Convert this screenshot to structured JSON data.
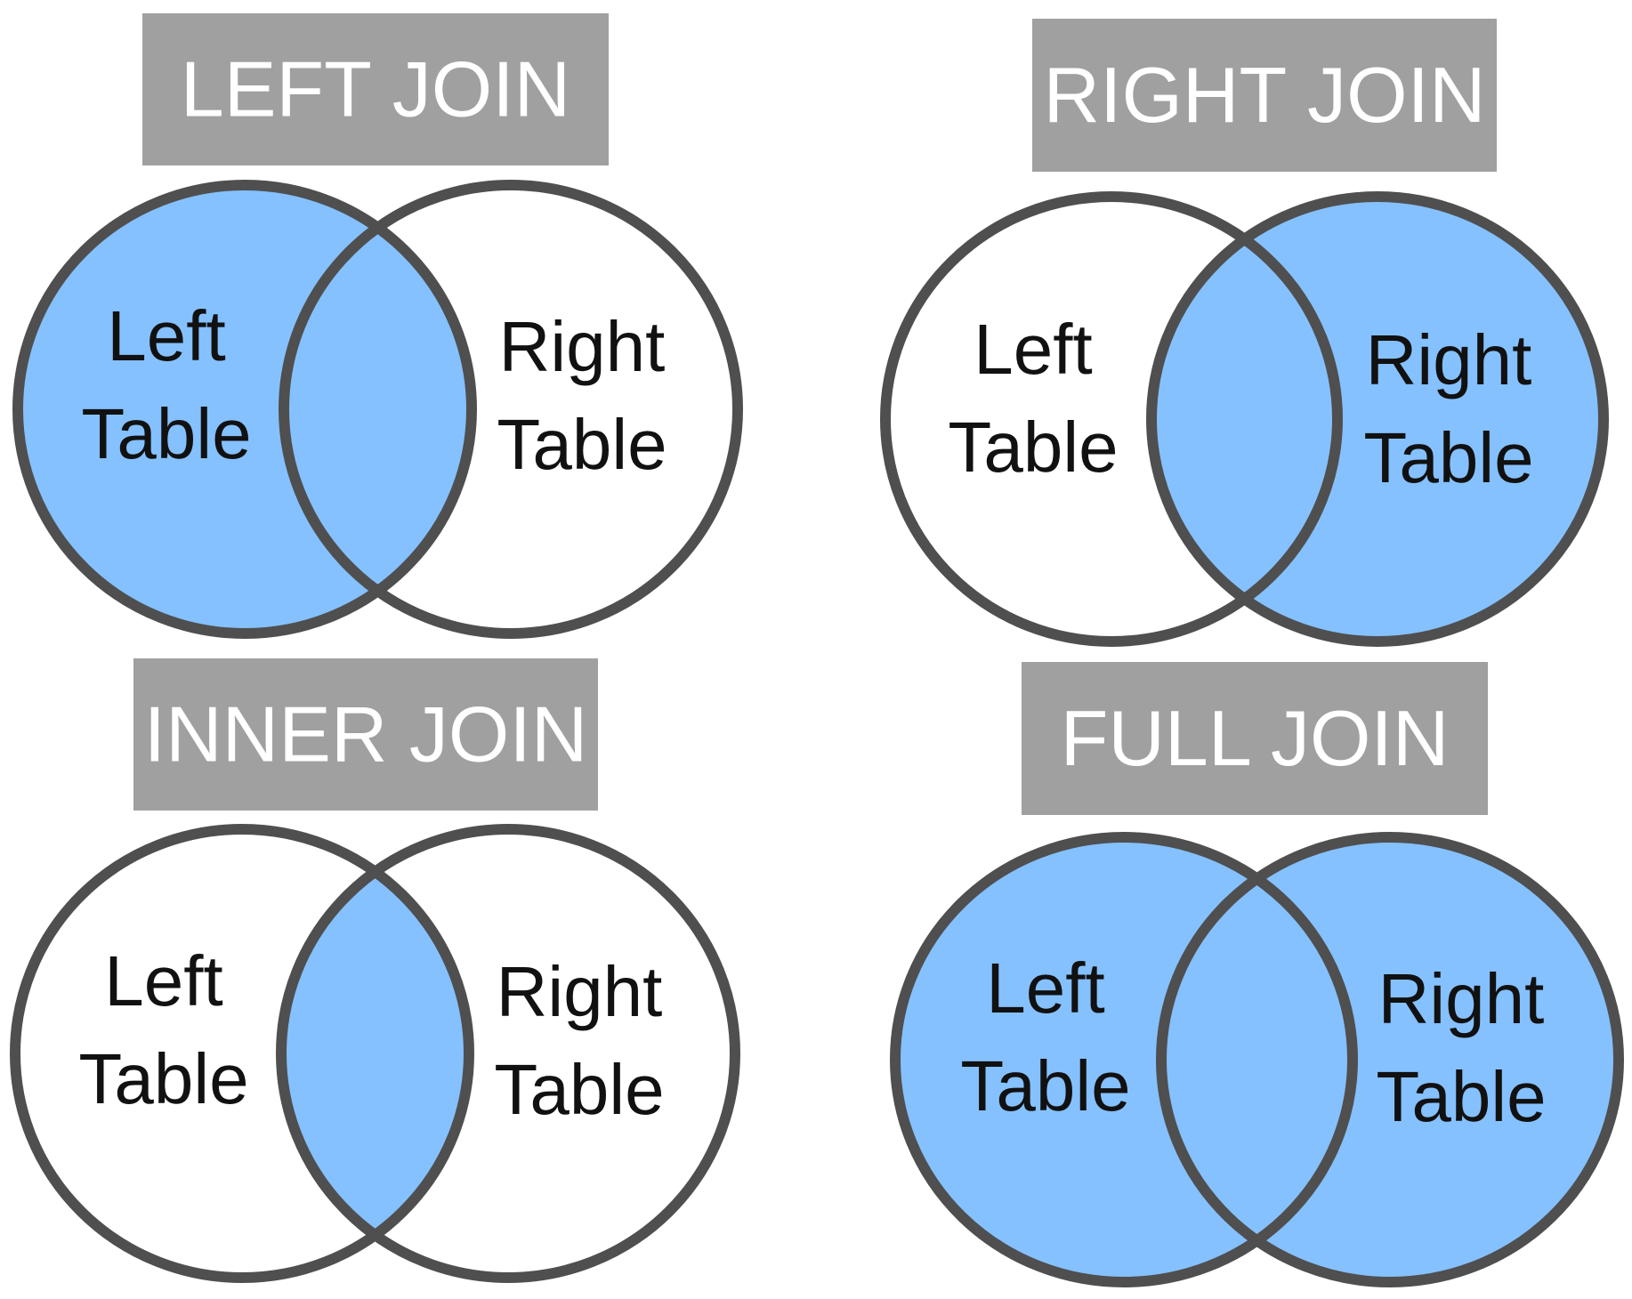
{
  "colors": {
    "fill": "#85c1ff",
    "stroke": "#4f4f4f",
    "banner": "#a0a0a0",
    "background": "#ffffff"
  },
  "diagrams": [
    {
      "id": "left-join",
      "title": "LEFT JOIN",
      "left_label": [
        "Left",
        "Table"
      ],
      "right_label": [
        "Right",
        "Table"
      ],
      "shade": {
        "left_only": true,
        "intersection": true,
        "right_only": false
      }
    },
    {
      "id": "right-join",
      "title": "RIGHT JOIN",
      "left_label": [
        "Left",
        "Table"
      ],
      "right_label": [
        "Right",
        "Table"
      ],
      "shade": {
        "left_only": false,
        "intersection": true,
        "right_only": true
      }
    },
    {
      "id": "inner-join",
      "title": "INNER JOIN",
      "left_label": [
        "Left",
        "Table"
      ],
      "right_label": [
        "Right",
        "Table"
      ],
      "shade": {
        "left_only": false,
        "intersection": true,
        "right_only": false
      }
    },
    {
      "id": "full-join",
      "title": "FULL JOIN",
      "left_label": [
        "Left",
        "Table"
      ],
      "right_label": [
        "Right",
        "Table"
      ],
      "shade": {
        "left_only": true,
        "intersection": true,
        "right_only": true
      }
    }
  ]
}
